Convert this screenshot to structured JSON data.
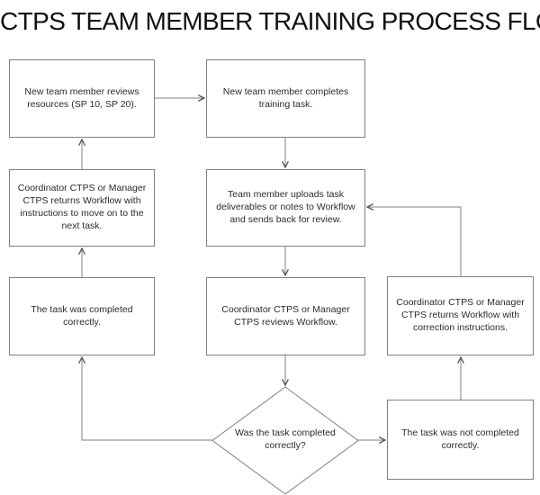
{
  "title": "CTPS TEAM MEMBER TRAINING PROCESS FLOW",
  "nodes": {
    "review_resources": "New team member reviews resources (SP 10, SP 20).",
    "complete_training": "New team member completes training task.",
    "return_instructions": "Coordinator CTPS or Manager CTPS returns Workflow with instructions to move on to the next task.",
    "upload_deliverables": "Team member uploads task deliverables or notes to Workflow and sends back for review.",
    "task_completed": "The task was completed correctly.",
    "review_workflow": "Coordinator CTPS or Manager CTPS reviews Workflow.",
    "return_corrections": "Coordinator CTPS or Manager CTPS returns Workflow with correction instructions.",
    "decision": "Was the task completed correctly?",
    "task_not_completed": "The task was not completed correctly."
  },
  "edges": [
    {
      "from": "review_resources",
      "to": "complete_training"
    },
    {
      "from": "complete_training",
      "to": "upload_deliverables"
    },
    {
      "from": "upload_deliverables",
      "to": "review_workflow"
    },
    {
      "from": "review_workflow",
      "to": "decision"
    },
    {
      "from": "decision",
      "to": "task_completed"
    },
    {
      "from": "decision",
      "to": "task_not_completed"
    },
    {
      "from": "task_not_completed",
      "to": "return_corrections"
    },
    {
      "from": "return_corrections",
      "to": "upload_deliverables"
    },
    {
      "from": "task_completed",
      "to": "return_instructions"
    },
    {
      "from": "return_instructions",
      "to": "review_resources"
    }
  ],
  "colors": {
    "line": "#7f7f7f",
    "arrow": "#595959",
    "border": "#7f7f7f",
    "text": "#2b2b2b",
    "title": "#111111",
    "background": "#ffffff"
  }
}
